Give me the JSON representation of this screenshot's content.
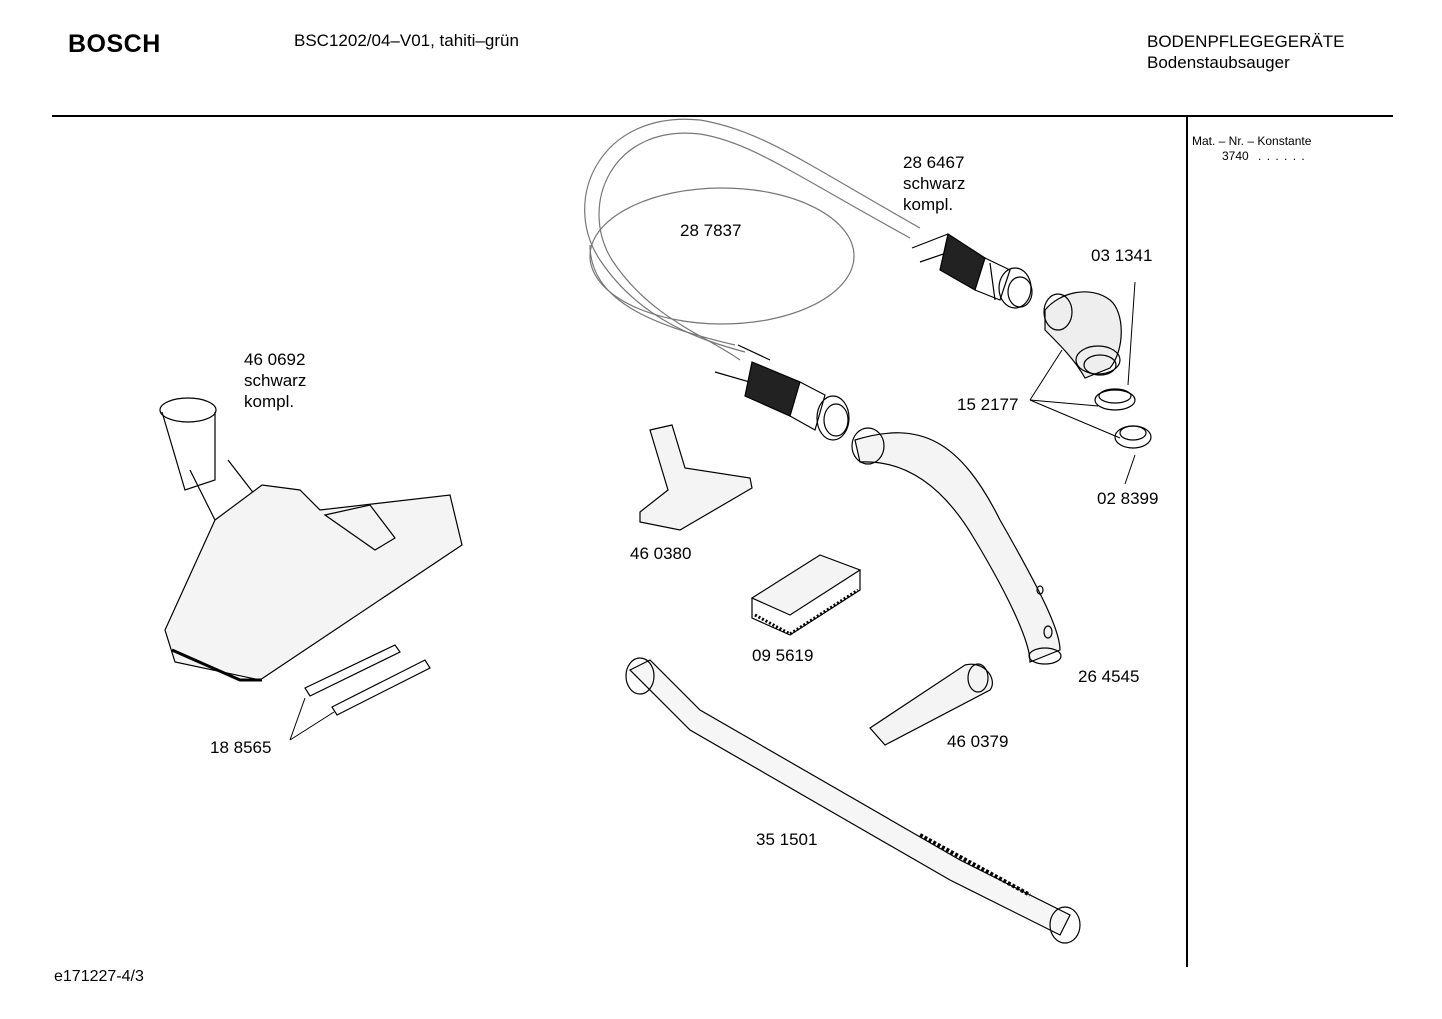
{
  "header": {
    "brand": "BOSCH",
    "model": "BSC1202/04–V01, tahiti–grün",
    "category_line1": "BODENPFLEGEGERÄTE",
    "category_line2": "Bodenstaubsauger"
  },
  "side_panel": {
    "mat_label": "Mat. – Nr. – Konstante",
    "mat_value": "3740",
    "mat_dots": ". .  . . . ."
  },
  "parts": [
    {
      "id": "p286467",
      "number": "28 6467",
      "note1": "schwarz",
      "note2": "kompl."
    },
    {
      "id": "p287837",
      "number": "28 7837"
    },
    {
      "id": "p031341",
      "number": "03 1341"
    },
    {
      "id": "p460692",
      "number": "46 0692",
      "note1": "schwarz",
      "note2": "kompl."
    },
    {
      "id": "p152177",
      "number": "15 2177"
    },
    {
      "id": "p028399",
      "number": "02 8399"
    },
    {
      "id": "p460380",
      "number": "46 0380"
    },
    {
      "id": "p095619",
      "number": "09 5619"
    },
    {
      "id": "p264545",
      "number": "26 4545"
    },
    {
      "id": "p188565",
      "number": "18 8565"
    },
    {
      "id": "p460379",
      "number": "46 0379"
    },
    {
      "id": "p351501",
      "number": "35 1501"
    }
  ],
  "footer": {
    "drawing_id": "e171227-4/3"
  }
}
